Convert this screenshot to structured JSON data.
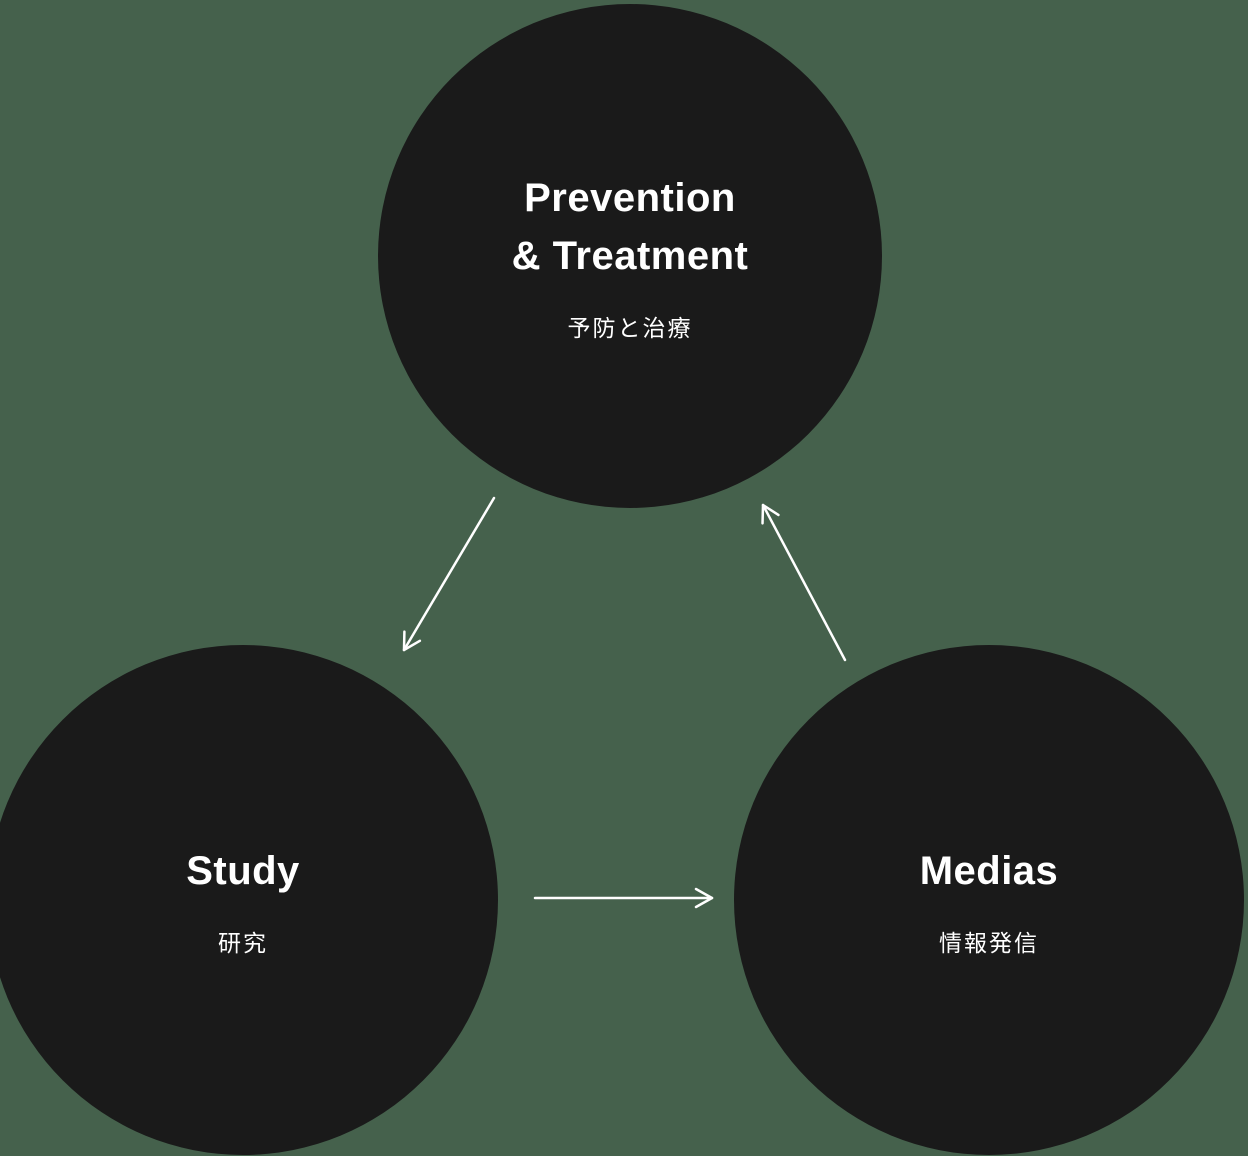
{
  "colors": {
    "background": "#45614C",
    "node_fill": "#1A1A1A",
    "text": "#FFFFFF",
    "arrow": "#FFFFFF"
  },
  "nodes": {
    "prevention": {
      "title": "Prevention\n& Treatment",
      "subtitle": "予防と治療"
    },
    "study": {
      "title": "Study",
      "subtitle": "研究"
    },
    "medias": {
      "title": "Medias",
      "subtitle": "情報発信"
    }
  },
  "arrows": [
    {
      "from": "prevention",
      "to": "study"
    },
    {
      "from": "study",
      "to": "medias"
    },
    {
      "from": "medias",
      "to": "prevention"
    }
  ]
}
